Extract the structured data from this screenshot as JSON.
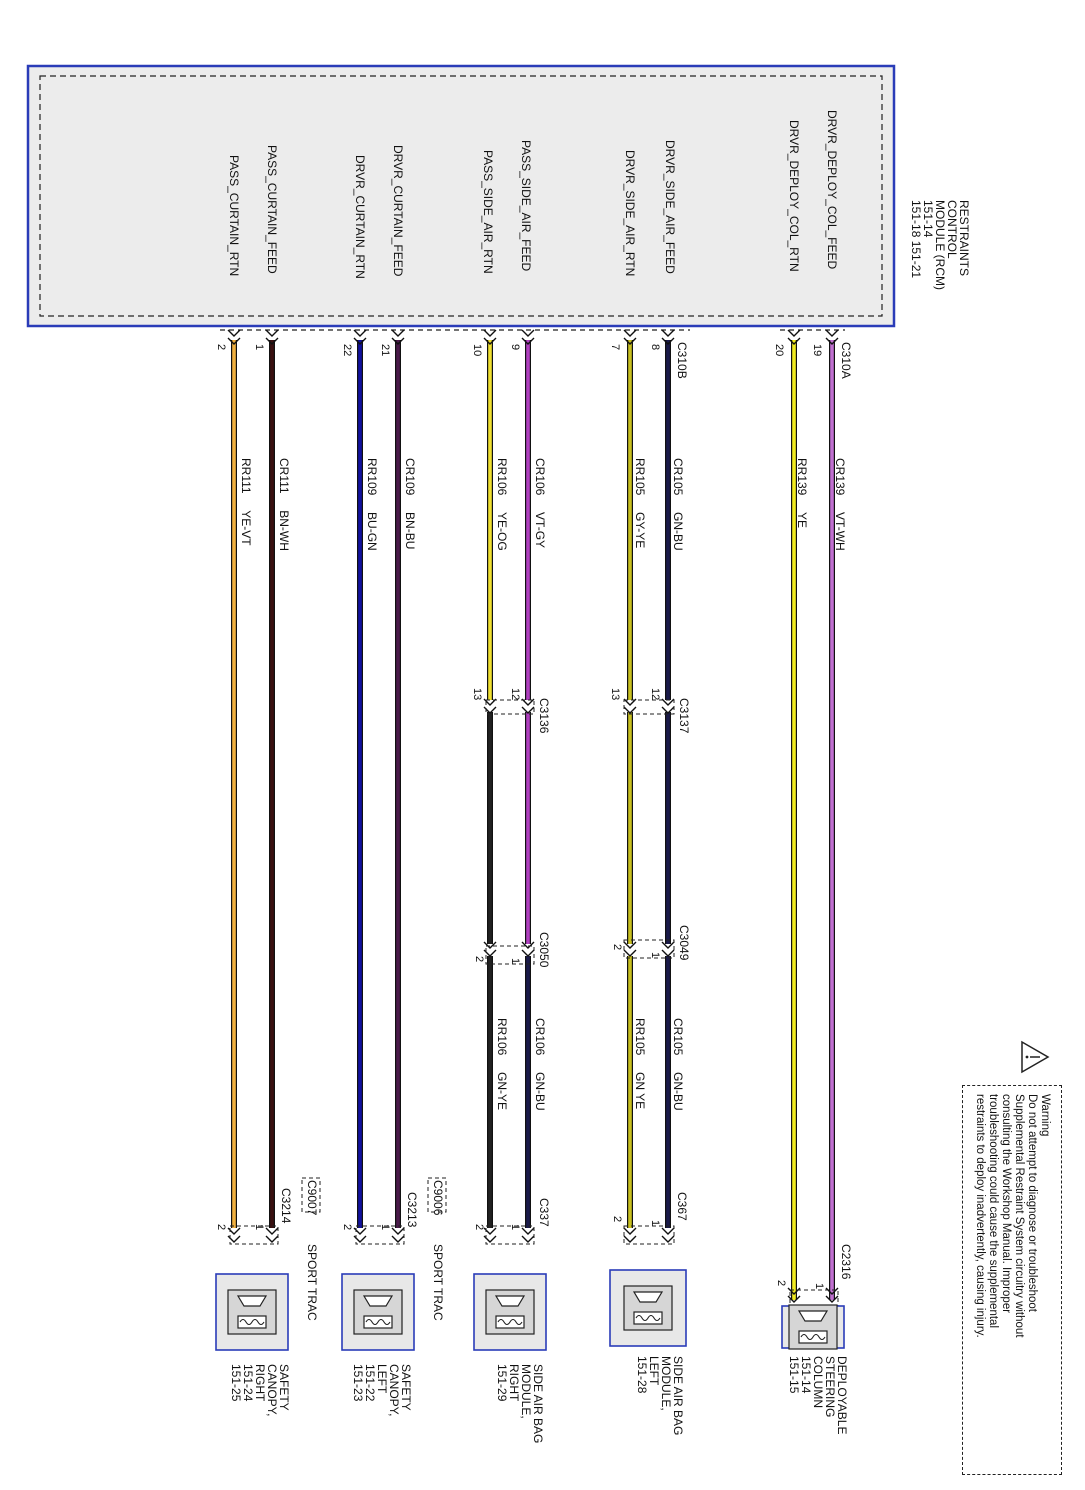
{
  "module": {
    "name_lines": [
      "RESTRAINTS",
      "CONTROL",
      "MODULE (RCM)",
      "151-14",
      "151-18  151-21"
    ],
    "signals": [
      "DRVR_DEPLOY_COL_FEED",
      "DRVR_DEPLOY_COL_RTN",
      "DRVR_SIDE_AIR_FEED",
      "DRVR_SIDE_AIR_RTN",
      "PASS_SIDE_AIR_FEED",
      "PASS_SIDE_AIR_RTN",
      "DRVR_CURTAIN_FEED",
      "DRVR_CURTAIN_RTN",
      "PASS_CURTAIN_FEED",
      "PASS_CURTAIN_RTN"
    ]
  },
  "connectors": {
    "rcm_a": "C310A",
    "rcm_b": "C310B",
    "c3137": "C3137",
    "c3136": "C3136",
    "c3049": "C3049",
    "c3050": "C3050",
    "c2316": "C2316",
    "c367": "C367",
    "c337": "C337",
    "c3213": "C3213",
    "c3214": "C3214",
    "c9006": "C9006",
    "c9007": "C9007"
  },
  "pins": {
    "p19": "19",
    "p20": "20",
    "p8": "8",
    "p7": "7",
    "p9": "9",
    "p10": "10",
    "p21": "21",
    "p22": "22",
    "p1": "1",
    "p2": "2",
    "p12": "12",
    "p13": "13"
  },
  "wires": [
    {
      "circuit": "CR139",
      "color_code": "VT-WH",
      "hex": "#c070d0"
    },
    {
      "circuit": "RR139",
      "color_code": "YE",
      "hex": "#f0ea20"
    },
    {
      "circuit": "CR105",
      "color_code": "GN-BU",
      "hex": "#1a1a4a"
    },
    {
      "circuit": "RR105",
      "color_code": "GY-YE",
      "hex": "#c8c020"
    },
    {
      "circuit": "CR106",
      "color_code": "VT-GY",
      "hex": "#b040c0"
    },
    {
      "circuit": "RR106",
      "color_code": "YE-OG",
      "hex": "#f0e030"
    },
    {
      "circuit": "CR109",
      "color_code": "BN-BU",
      "hex": "#4a1a4a"
    },
    {
      "circuit": "RR109",
      "color_code": "BU-GN",
      "hex": "#1010a0"
    },
    {
      "circuit": "CR111",
      "color_code": "BN-WH",
      "hex": "#3a1010"
    },
    {
      "circuit": "RR111",
      "color_code": "YE-VT",
      "hex": "#f0b040"
    }
  ],
  "downstream_wires": [
    {
      "circuit": "CR105",
      "color_code": "GN-BU"
    },
    {
      "circuit": "RR105",
      "color_code": "GN YE"
    },
    {
      "circuit": "CR106",
      "color_code": "GN-BU"
    },
    {
      "circuit": "RR106",
      "color_code": "GN-YE"
    }
  ],
  "components": [
    {
      "name_lines": [
        "DEPLOYABLE",
        "STEERING",
        "COLUMN",
        "151-14",
        "151-15"
      ]
    },
    {
      "name_lines": [
        "SIDE AIR BAG",
        "MODULE,",
        "LEFT",
        "151-28"
      ]
    },
    {
      "name_lines": [
        "SIDE AIR BAG",
        "MODULE,",
        "RIGHT",
        "151-29"
      ]
    },
    {
      "name_lines": [
        "SAFETY",
        "CANOPY,",
        "LEFT",
        "151-22",
        "151-23"
      ]
    },
    {
      "name_lines": [
        "SAFETY",
        "CANOPY,",
        "RIGHT",
        "151-24",
        "151-25"
      ]
    }
  ],
  "sport_trac": "SPORT TRAC",
  "warning": {
    "lines": [
      "Warning",
      "Do not attempt to diagnose or troubleshoot",
      "Supplemental Restraint System circuitry without",
      "consulting the Workshop Manual. Improper",
      "troubleshooting could cause the supplemental",
      "restraints to deploy inadvertently, causing injury."
    ]
  },
  "colors": {
    "module_border": "#2a3cb8",
    "module_fill": "#ececec",
    "component_border": "#2a3cb8"
  }
}
